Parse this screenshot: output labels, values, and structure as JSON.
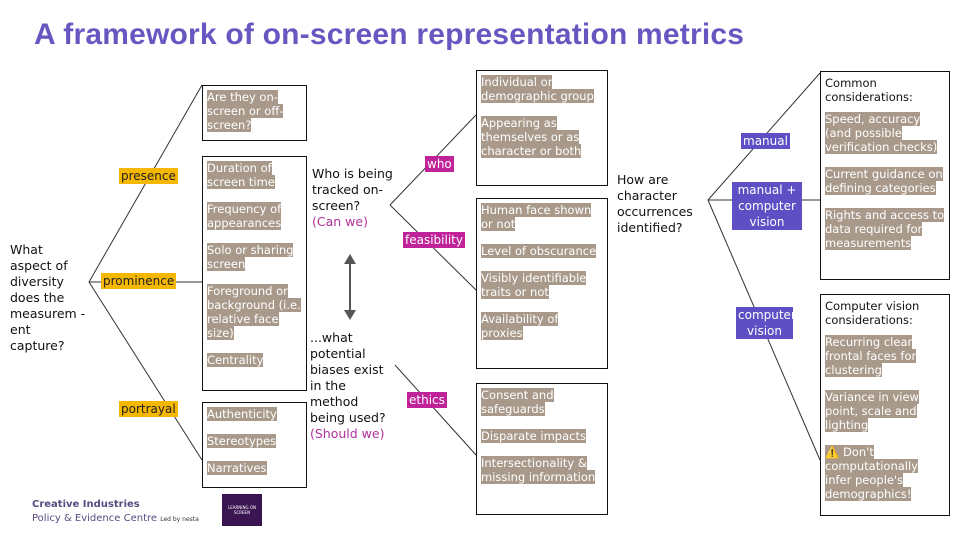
{
  "title": "A framework of on-screen representation metrics",
  "left_question": "What aspect of diversity does the measurem -ent capture?",
  "aspects": {
    "presence": "presence",
    "prominence": "prominence",
    "portrayal": "portrayal"
  },
  "presence_box": [
    "Are they on-screen or off-screen?"
  ],
  "prominence_box": [
    "Duration of screen time",
    "Frequency of appearances",
    "Solo or sharing screen",
    "Foreground or background (i.e. relative face size)",
    "Centrality"
  ],
  "portrayal_box": [
    "Authenticity",
    "Stereotypes",
    "Narratives"
  ],
  "middle": {
    "who_question": "Who is being tracked on-screen?",
    "can_we": "(Can we)",
    "bias_question": "...what potential biases exist in the method being used?",
    "should_we": "(Should we)"
  },
  "middle_tags": {
    "who": "who",
    "feasibility": "feasibility",
    "ethics": "ethics"
  },
  "who_box": [
    "Individual or demographic group",
    "Appearing as themselves or as character or both"
  ],
  "feasibility_box": [
    "Human face shown or not",
    "Level of obscurance",
    "Visibly identifiable traits or not",
    "Availability of proxies"
  ],
  "ethics_box": [
    "Consent and safeguards",
    "Disparate impacts",
    "Intersectionality & missing information"
  ],
  "right_question": "How are character occurrences identified?",
  "method_tags": {
    "manual": "manual",
    "manual_cv": "manual + computer vision",
    "cv": "computer vision"
  },
  "common_box": {
    "heading": "Common considerations:",
    "items": [
      "Speed, accuracy (and possible verification checks)",
      "Current guidance on defining categories",
      "Rights and access to data required for measurements"
    ]
  },
  "cv_box": {
    "heading": "Computer vision considerations:",
    "items": [
      "Recurring clear frontal faces for clustering",
      "Variance in view point, scale and lighting",
      "⚠️ Don't computationally infer people's demographics!"
    ]
  },
  "footer": {
    "org_line1": "Creative Industries",
    "org_line2": "Policy & Evidence Centre",
    "led_by": "Led by nesta",
    "partner_logo": "LEARNING ON SCREEN"
  },
  "colors": {
    "title": "#6a56c0",
    "aspect_tag": "#f5b700",
    "middle_tag": "#c0229a",
    "method_tag": "#5e4fc4",
    "item_bg": "#a8998a"
  }
}
